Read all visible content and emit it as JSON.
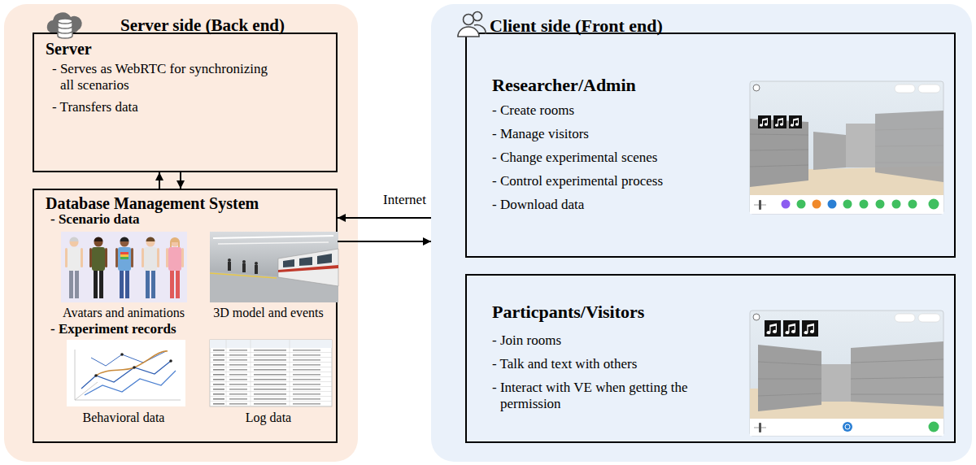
{
  "diagram": {
    "nodes": [
      {
        "text": [
          "Server side (Back end)"
        ]
      },
      {
        "text": [
          "Server",
          "- Serves as WebRTC for synchronizing all scenarios",
          "- Transfers data"
        ],
        "in": 0
      },
      {
        "text": [
          "Database Management System",
          "- Scenario data",
          "Avatars and animations",
          "3D model and events",
          "- Experiment records",
          "Behavioral data",
          "Log data"
        ],
        "in": 0
      },
      {
        "text": [
          "Client side (Front end)"
        ]
      },
      {
        "text": [
          "Researcher/Admin",
          "- Create rooms",
          "- Manage visitors",
          "- Change experimental scenes",
          "- Control experimental process",
          "- Download data"
        ],
        "in": 3
      },
      {
        "text": [
          "Particpants/Visitors",
          "- Join rooms",
          "- Talk and text with others",
          "- Interact with VE when getting the permission"
        ],
        "in": 3
      }
    ],
    "edges": [
      {
        "from": 2,
        "to": 1,
        "arrow": "to"
      },
      {
        "from": 1,
        "to": 2,
        "arrow": "to"
      },
      {
        "from": 3,
        "to": 2,
        "arrow": "to",
        "label": "Internet"
      },
      {
        "from": 2,
        "to": 3,
        "arrow": "to"
      }
    ]
  }
}
